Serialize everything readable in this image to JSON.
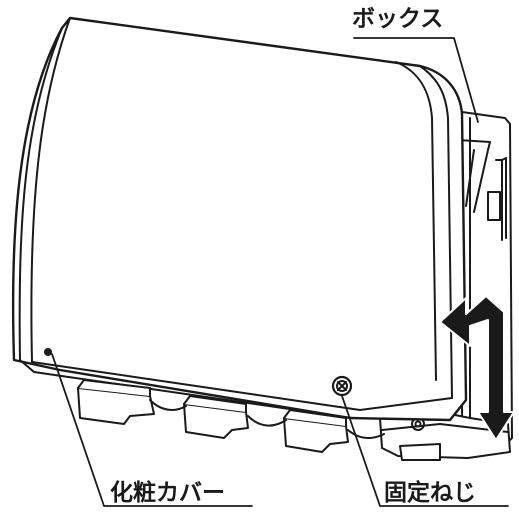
{
  "labels": {
    "box": "ボックス",
    "cover": "化粧カバー",
    "screw": "固定ねじ"
  },
  "colors": {
    "stroke": "#1a1a1a",
    "fill": "#ffffff",
    "arrow": "#1a1a1a"
  }
}
